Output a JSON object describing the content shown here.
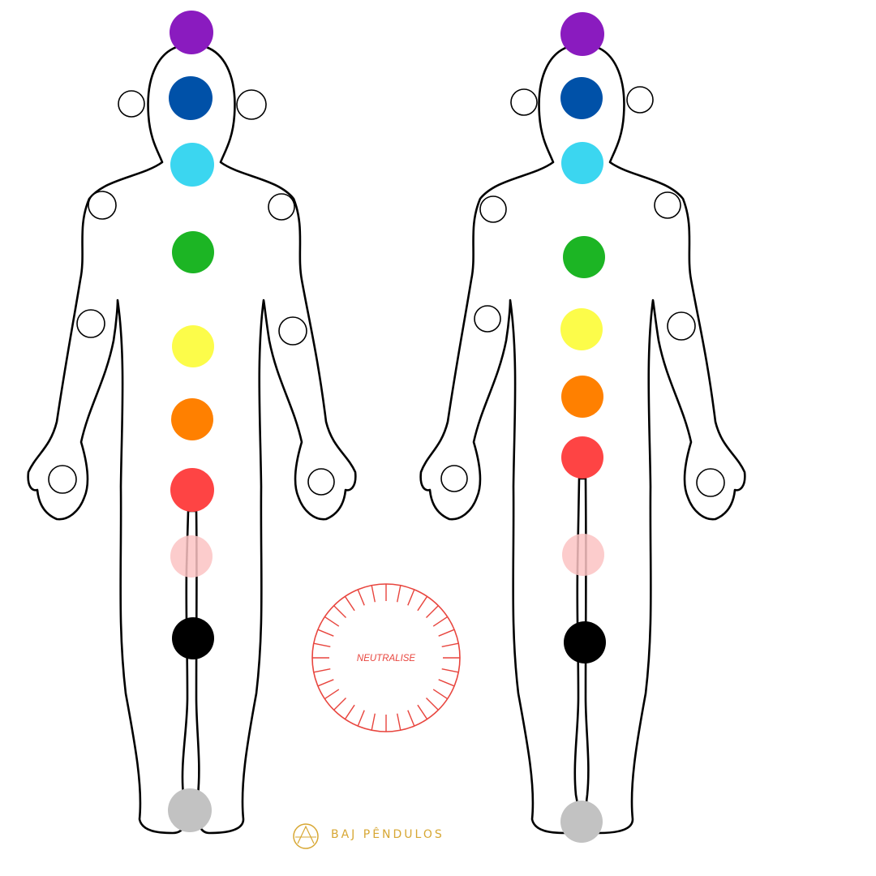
{
  "neutraliser": {
    "label": "NEUTRALISE"
  },
  "brand": {
    "name": "BAJ PÊNDULOS",
    "logo_monogram": "BAJ",
    "color": "#d7a733"
  },
  "chakra_colors": {
    "crown": "#8a1bbf",
    "third_eye": "#0051a8",
    "throat": "#3bd6f0",
    "heart": "#1cb524",
    "solar_plexus": "#fcfc4a",
    "sacral": "#ff8000",
    "root": "#fe4444",
    "root_secondary": "#fcc3c3",
    "knee": "#000000",
    "earth_star": "#c2c2c2"
  },
  "figures": [
    {
      "id": "figure-left"
    },
    {
      "id": "figure-right"
    }
  ]
}
